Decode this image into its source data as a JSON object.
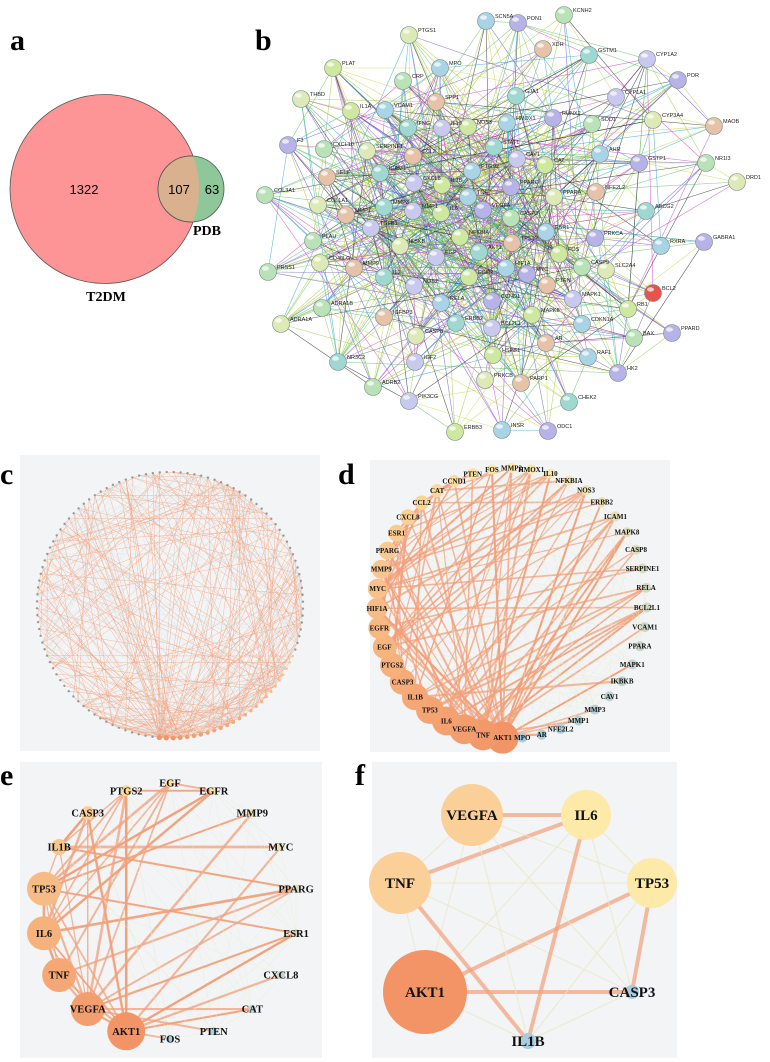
{
  "panels": {
    "a": {
      "label": "a"
    },
    "b": {
      "label": "b"
    },
    "c": {
      "label": "c"
    },
    "d": {
      "label": "d"
    },
    "e": {
      "label": "e"
    },
    "f": {
      "label": "f"
    }
  },
  "venn": {
    "sets": [
      {
        "name": "T2DM",
        "only": "1322",
        "color": "#fd9596"
      },
      {
        "name": "PDB",
        "only": "63",
        "color": "#8ec89a"
      }
    ],
    "intersection": "107",
    "intersection_color": "#d9b18e"
  },
  "ppi_string": {
    "nodes": [
      "SCN5A",
      "PON1",
      "KCNH2",
      "PTGS1",
      "XDH",
      "GSTM1",
      "CYP1A2",
      "PLAT",
      "MPO",
      "POR",
      "CRP",
      "THBD",
      "SPP1",
      "GJA1",
      "CYP1A1",
      "IL1A",
      "VCAM1",
      "RUNX2",
      "SOD1",
      "CYP3A4",
      "MAOB",
      "IFNG",
      "IL10",
      "NOS3",
      "HMOX1",
      "F3",
      "CXCL10",
      "SERPINE1",
      "CCL2",
      "STAT1",
      "CAV1",
      "CAT",
      "AHR",
      "GSTP1",
      "NR1I3",
      "DRD1",
      "SELE",
      "ICAM1",
      "CXCL8",
      "IL1B",
      "PTGS2",
      "PPARG",
      "COL3A1",
      "COL1A1",
      "MMP7",
      "MMP3",
      "MMP1",
      "IL6",
      "TNF",
      "VEGFA",
      "CASP3",
      "PPARA",
      "NFE2L2",
      "ABCG2",
      "TGFB1",
      "NFKBIA",
      "ESR1",
      "PRKCA",
      "PLAU",
      "IKBKB",
      "TP53",
      "AKT1",
      "EGF",
      "FOS",
      "RXRA",
      "GABRA1",
      "PRSS1",
      "CD40LG",
      "MMP9",
      "IL2",
      "NOS2",
      "EGFR",
      "HIF1A",
      "MYC",
      "CASP9",
      "SLC2A4",
      "PTEN",
      "BCL2",
      "MAPK1",
      "RB1",
      "RELA",
      "CCND1",
      "ADRA1B",
      "ADRA1A",
      "IGFBP3",
      "ERBB2",
      "BCL2L1",
      "MAPK8",
      "CDKN1A",
      "PPARD",
      "BAX",
      "CASP8",
      "AR",
      "NR3C2",
      "IGF2",
      "HSPB1",
      "RAF1",
      "HK2",
      "ADRB2",
      "PRKCB",
      "PARP1",
      "CHEK2",
      "PIK3CG",
      "ERBB3",
      "INSR",
      "ODC1"
    ],
    "edge_colors": [
      "#a3c93a",
      "#c8d84a",
      "#2b2b2b",
      "#cc44cc",
      "#6a5acd",
      "#33aacc",
      "#5fbf5f"
    ],
    "highlight_node": {
      "name": "BCL2",
      "color": "#e8534b"
    }
  },
  "network_d": {
    "nodes": [
      "AKT1",
      "TNF",
      "VEGFA",
      "IL6",
      "TP53",
      "IL1B",
      "CASP3",
      "PTGS2",
      "EGF",
      "EGFR",
      "HIF1A",
      "MYC",
      "MMP9",
      "PPARG",
      "ESR1",
      "CXCL8",
      "CCL2",
      "CAT",
      "CCND1",
      "PTEN",
      "FOS",
      "MMP2",
      "HMOX1",
      "IL10",
      "NFKBIA",
      "NOS3",
      "ERBB2",
      "ICAM1",
      "MAPK8",
      "CASP8",
      "SERPINE1",
      "RELA",
      "BCL2L1",
      "VCAM1",
      "PPARA",
      "MAPK1",
      "IKBKB",
      "CAV1",
      "MMP3",
      "MMP1",
      "NFE2L2",
      "AR",
      "MPO"
    ]
  },
  "network_e": {
    "nodes": [
      "AKT1",
      "VEGFA",
      "TNF",
      "IL6",
      "TP53",
      "IL1B",
      "CASP3",
      "PTGS2",
      "EGF",
      "EGFR",
      "MMP9",
      "MYC",
      "PPARG",
      "ESR1",
      "CXCL8",
      "CAT",
      "PTEN",
      "FOS"
    ]
  },
  "network_f": {
    "nodes": [
      "AKT1",
      "TNF",
      "VEGFA",
      "IL6",
      "TP53",
      "CASP3",
      "IL1B"
    ]
  },
  "colors": {
    "high_degree": "#f29466",
    "mid_degree": "#fde9a8",
    "low_degree": "#a9cbe0",
    "edge": "#f2a07a",
    "panel_bg": "#f3f4f5"
  }
}
